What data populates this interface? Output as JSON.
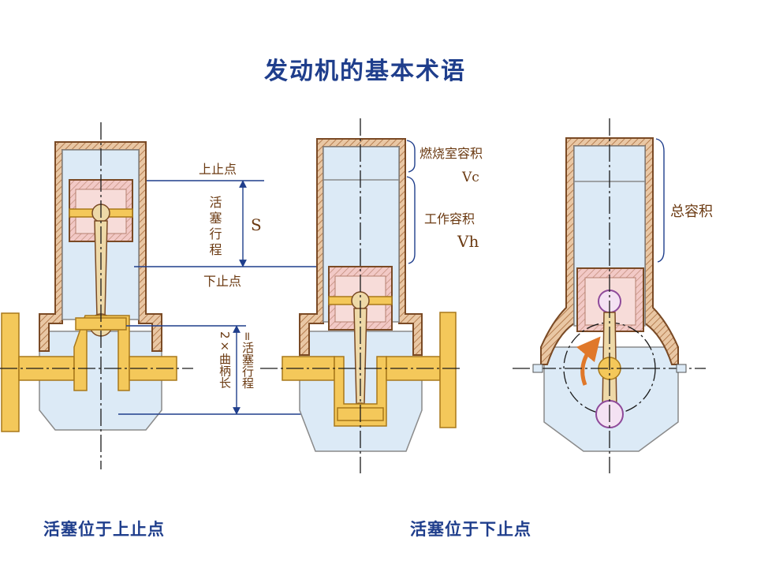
{
  "title": "发动机的基本术语",
  "captions": {
    "left": "活塞位于上止点",
    "right": "活塞位于下止点"
  },
  "labels": {
    "tdc": "上止点",
    "bdc": "下止点",
    "piston_stroke_vertical": "活塞行程",
    "stroke_symbol": "S",
    "crank_radius_vertical": "2×曲柄长",
    "piston_stroke_vertical_2": "=活塞行程",
    "combustion_chamber_volume": "燃烧室容积",
    "vc_symbol": "Vc",
    "working_volume": "工作容积",
    "vh_symbol": "Vh",
    "total_volume": "总容积"
  },
  "colors": {
    "title": "#1f3e8c",
    "labels": "#6b3a12",
    "cylinder_wall": "#e9c7a4",
    "fluid": "#dceaf6",
    "shaft": "#f4c85a",
    "piston": "#f2c9c6",
    "rotation_arrow": "#e0782a"
  }
}
